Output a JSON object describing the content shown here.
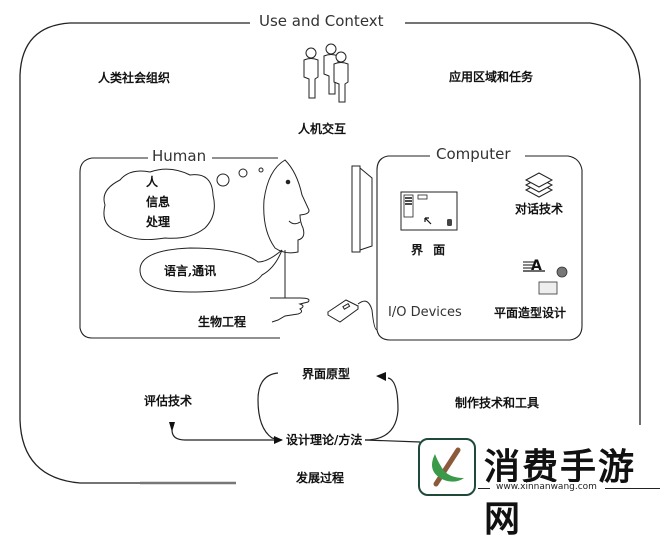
{
  "diagram": {
    "outer_frame": {
      "title": "Use and Context"
    },
    "top_left_label": "人类社会组织",
    "top_right_label": "应用区域和任务",
    "center_top": {
      "icon": "people-group-icon",
      "label": "人机交互"
    },
    "human": {
      "title": "Human",
      "thought_cloud_lines": [
        "人",
        "信息",
        "处理"
      ],
      "speech_bubble": "语言,通讯",
      "bottom_label": "生物工程",
      "icons": [
        "face-profile-icon",
        "thought-bubbles-icon",
        "pointing-hand-icon"
      ]
    },
    "computer": {
      "title": "Computer",
      "interface_label": "界 面",
      "dialog_label": "对话技术",
      "io_label": "I/O Devices",
      "graphic_design_label": "平面造型设计",
      "icons": [
        "monitor-icon",
        "mouse-icon",
        "screen-window-icon",
        "layers-stack-icon",
        "typography-icon"
      ]
    },
    "development": {
      "prototype_label": "界面原型",
      "evaluation_label": "评估技术",
      "design_label": "设计理论/方法",
      "tools_label": "制作技术和工具",
      "process_label": "发展过程"
    },
    "colors": {
      "line": "#1a1a1a",
      "frame": "#333333",
      "watermark_green": "#1f4a3a",
      "leaf_green": "#3a9a4a",
      "stick_brown": "#8a5a3a"
    }
  },
  "watermark": {
    "title": "消费手游网",
    "url": "www.xinnanwang.com"
  }
}
